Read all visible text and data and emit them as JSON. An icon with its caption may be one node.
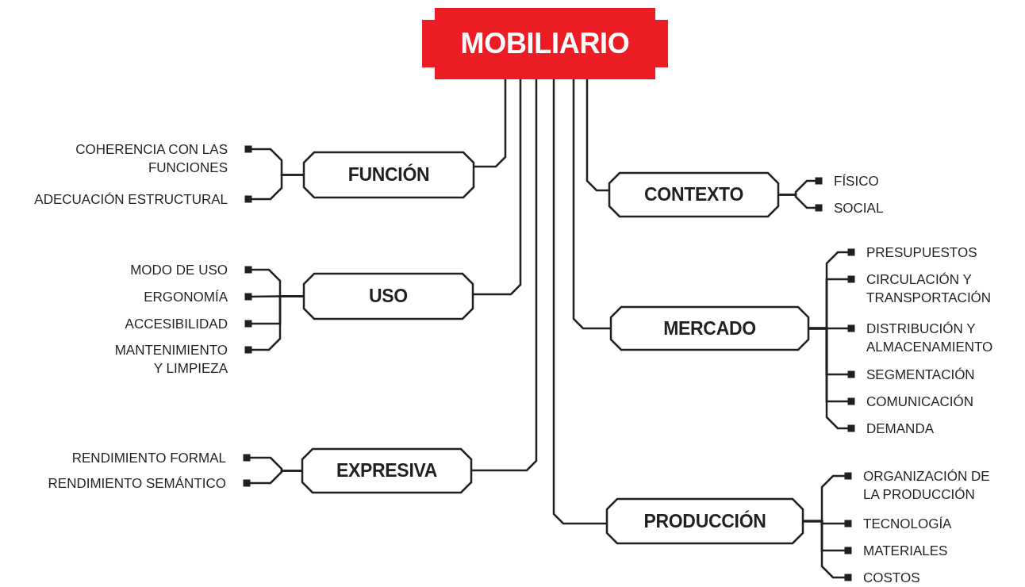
{
  "diagram": {
    "nodes": [
      {
        "text": [
          "MOBILIARIO"
        ]
      },
      {
        "text": [
          "FUNCIÓN"
        ]
      },
      {
        "text": [
          "USO"
        ]
      },
      {
        "text": [
          "EXPRESIVA"
        ]
      },
      {
        "text": [
          "CONTEXTO"
        ]
      },
      {
        "text": [
          "MERCADO"
        ]
      },
      {
        "text": [
          "PRODUCCIÓN"
        ]
      },
      {
        "text": [
          "COHERENCIA CON LAS FUNCIONES"
        ]
      },
      {
        "text": [
          "ADECUACIÓN ESTRUCTURAL"
        ]
      },
      {
        "text": [
          "MODO DE USO"
        ]
      },
      {
        "text": [
          "ERGONOMÍA"
        ]
      },
      {
        "text": [
          "ACCESIBILIDAD"
        ]
      },
      {
        "text": [
          "MANTENIMIENTO Y LIMPIEZA"
        ]
      },
      {
        "text": [
          "RENDIMIENTO FORMAL"
        ]
      },
      {
        "text": [
          "RENDIMIENTO SEMÁNTICO"
        ]
      },
      {
        "text": [
          "FÍSICO"
        ]
      },
      {
        "text": [
          "SOCIAL"
        ]
      },
      {
        "text": [
          "PRESUPUESTOS"
        ]
      },
      {
        "text": [
          "CIRCULACIÓN Y TRANSPORTACIÓN"
        ]
      },
      {
        "text": [
          "DISTRIBUCIÓN Y ALMACENAMIENTO"
        ]
      },
      {
        "text": [
          "SEGMENTACIÓN"
        ]
      },
      {
        "text": [
          "COMUNICACIÓN"
        ]
      },
      {
        "text": [
          "DEMANDA"
        ]
      },
      {
        "text": [
          "ORGANIZACIÓN DE LA PRODUCCIÓN"
        ]
      },
      {
        "text": [
          "TECNOLOGÍA"
        ]
      },
      {
        "text": [
          "MATERIALES"
        ]
      },
      {
        "text": [
          "COSTOS"
        ]
      }
    ],
    "edges": [
      {
        "from": 0,
        "to": 1,
        "arrow": "none"
      },
      {
        "from": 0,
        "to": 2,
        "arrow": "none"
      },
      {
        "from": 0,
        "to": 3,
        "arrow": "none"
      },
      {
        "from": 0,
        "to": 4,
        "arrow": "none"
      },
      {
        "from": 0,
        "to": 5,
        "arrow": "none"
      },
      {
        "from": 0,
        "to": 6,
        "arrow": "none"
      },
      {
        "from": 1,
        "to": 7,
        "arrow": "other"
      },
      {
        "from": 1,
        "to": 8,
        "arrow": "other"
      },
      {
        "from": 2,
        "to": 9,
        "arrow": "other"
      },
      {
        "from": 2,
        "to": 10,
        "arrow": "other"
      },
      {
        "from": 2,
        "to": 11,
        "arrow": "other"
      },
      {
        "from": 2,
        "to": 12,
        "arrow": "other"
      },
      {
        "from": 3,
        "to": 13,
        "arrow": "other"
      },
      {
        "from": 3,
        "to": 14,
        "arrow": "other"
      },
      {
        "from": 4,
        "to": 15,
        "arrow": "other"
      },
      {
        "from": 4,
        "to": 16,
        "arrow": "other"
      },
      {
        "from": 5,
        "to": 17,
        "arrow": "other"
      },
      {
        "from": 5,
        "to": 18,
        "arrow": "other"
      },
      {
        "from": 5,
        "to": 19,
        "arrow": "other"
      },
      {
        "from": 5,
        "to": 20,
        "arrow": "other"
      },
      {
        "from": 5,
        "to": 21,
        "arrow": "other"
      },
      {
        "from": 5,
        "to": 22,
        "arrow": "other"
      },
      {
        "from": 6,
        "to": 23,
        "arrow": "other"
      },
      {
        "from": 6,
        "to": 24,
        "arrow": "other"
      },
      {
        "from": 6,
        "to": 25,
        "arrow": "other"
      },
      {
        "from": 6,
        "to": 26,
        "arrow": "other"
      }
    ]
  }
}
